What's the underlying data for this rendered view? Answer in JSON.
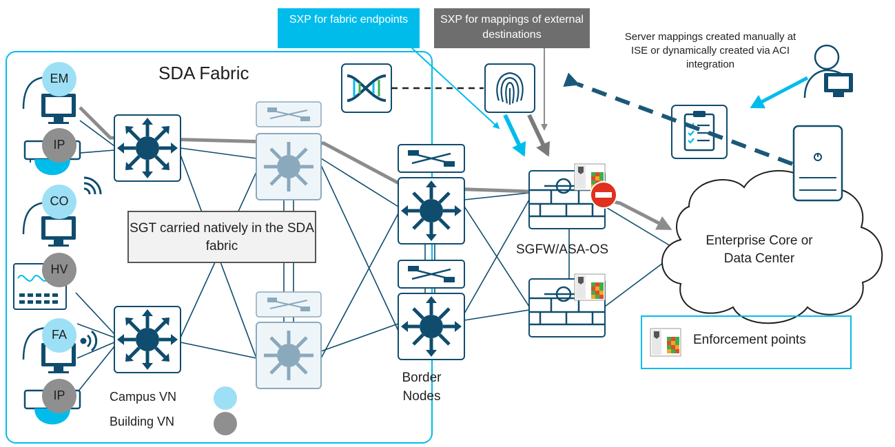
{
  "callouts": {
    "fabric_endpoints": "SXP for fabric endpoints",
    "external_destinations": "SXP for mappings of external destinations"
  },
  "server_note": "Server mappings created manually at ISE or dynamically created via ACI integration",
  "fabric": {
    "title": "SDA Fabric",
    "sgt_note": "SGT carried natively in the SDA fabric"
  },
  "endpoints": [
    {
      "tag": "EM",
      "vn": "campus"
    },
    {
      "tag": "IP",
      "vn": "building"
    },
    {
      "tag": "CO",
      "vn": "campus"
    },
    {
      "tag": "HV",
      "vn": "building"
    },
    {
      "tag": "FA",
      "vn": "campus"
    },
    {
      "tag": "IP",
      "vn": "building"
    }
  ],
  "labels": {
    "border_nodes": "Border Nodes",
    "firewall": "SGFW/ASA-OS",
    "cloud": "Enterprise Core or Data Center",
    "enforcement": "Enforcement points"
  },
  "legend": {
    "campus": "Campus VN",
    "building": "Building VN"
  },
  "colors": {
    "cisco_blue": "#00bceb",
    "campus_vn": "#9de0f5",
    "building_vn": "#8f8f8f",
    "device_navy": "#0f4c6e",
    "dashed_arrow": "#1b5878",
    "path_grey": "#8c8c8c"
  }
}
